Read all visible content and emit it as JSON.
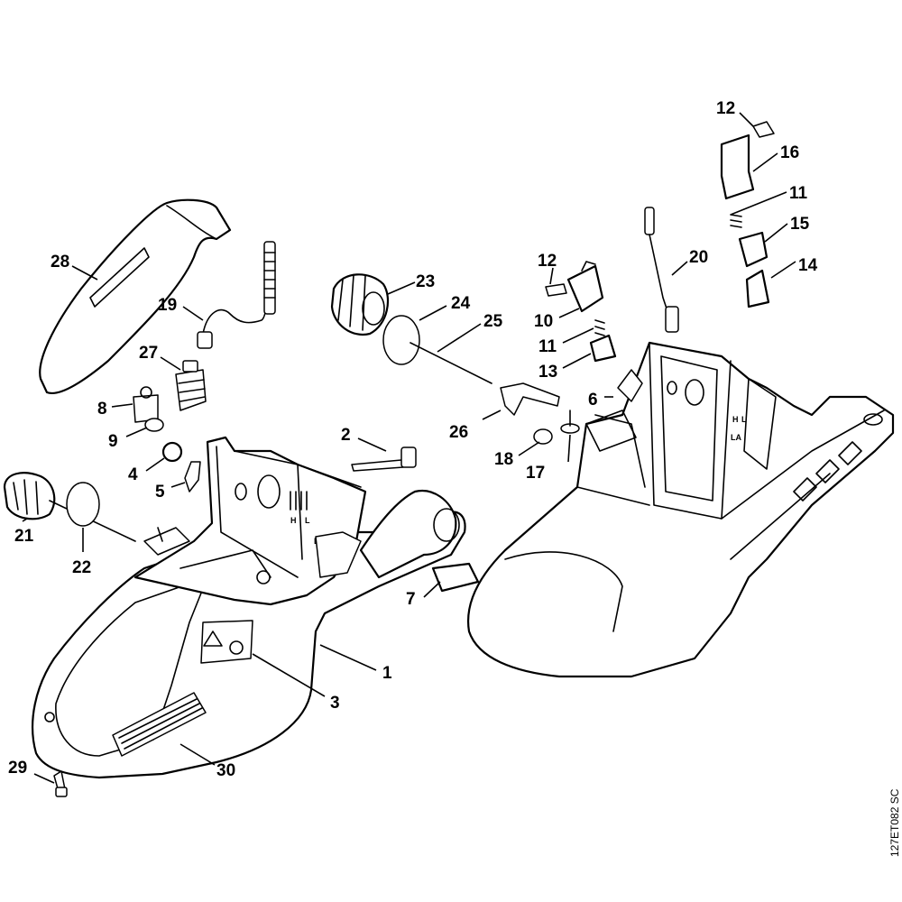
{
  "diagram": {
    "reference_code": "127ET082 SC",
    "housing_markings": [
      "H",
      "L",
      "LA"
    ],
    "callouts": [
      {
        "id": "c1",
        "label": "1"
      },
      {
        "id": "c2",
        "label": "2"
      },
      {
        "id": "c3",
        "label": "3"
      },
      {
        "id": "c4",
        "label": "4"
      },
      {
        "id": "c5",
        "label": "5"
      },
      {
        "id": "c6",
        "label": "6"
      },
      {
        "id": "c7",
        "label": "7"
      },
      {
        "id": "c8",
        "label": "8"
      },
      {
        "id": "c9",
        "label": "9"
      },
      {
        "id": "c10",
        "label": "10"
      },
      {
        "id": "c11a",
        "label": "11"
      },
      {
        "id": "c11b",
        "label": "11"
      },
      {
        "id": "c12a",
        "label": "12"
      },
      {
        "id": "c12b",
        "label": "12"
      },
      {
        "id": "c13",
        "label": "13"
      },
      {
        "id": "c14",
        "label": "14"
      },
      {
        "id": "c15",
        "label": "15"
      },
      {
        "id": "c16",
        "label": "16"
      },
      {
        "id": "c17",
        "label": "17"
      },
      {
        "id": "c18",
        "label": "18"
      },
      {
        "id": "c19",
        "label": "19"
      },
      {
        "id": "c20",
        "label": "20"
      },
      {
        "id": "c21",
        "label": "21"
      },
      {
        "id": "c22",
        "label": "22"
      },
      {
        "id": "c23",
        "label": "23"
      },
      {
        "id": "c24",
        "label": "24"
      },
      {
        "id": "c25",
        "label": "25"
      },
      {
        "id": "c26",
        "label": "26"
      },
      {
        "id": "c27",
        "label": "27"
      },
      {
        "id": "c28",
        "label": "28"
      },
      {
        "id": "c29",
        "label": "29"
      },
      {
        "id": "c30",
        "label": "30"
      }
    ]
  }
}
